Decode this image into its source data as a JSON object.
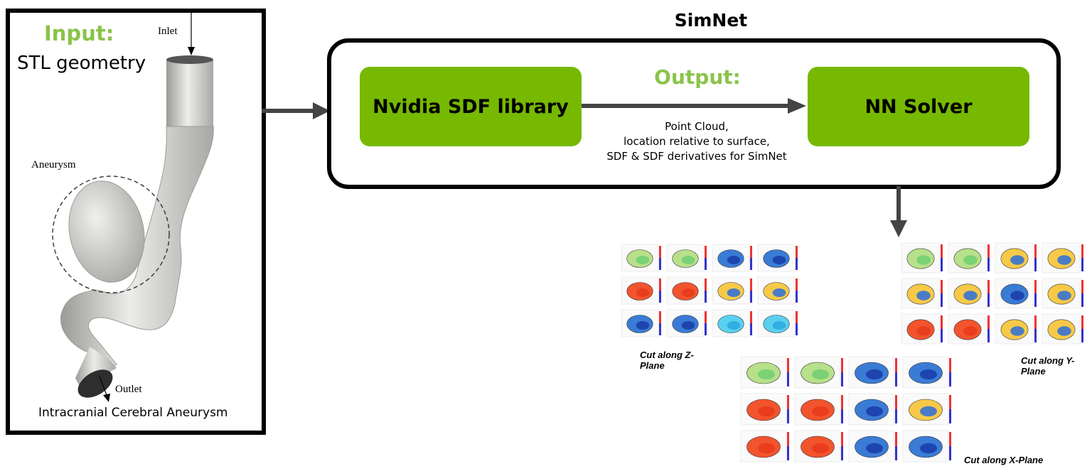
{
  "left": {
    "input_title": "Input:",
    "input_subtitle": "STL geometry",
    "inlet_label": "Inlet",
    "aneurysm_label": "Aneurysm",
    "outlet_label": "Outlet",
    "caption": "Intracranial Cerebral Aneurysm"
  },
  "simnet": {
    "title": "SimNet",
    "sdf_box": "Nvidia SDF library",
    "output_title": "Output:",
    "description": [
      "Point Cloud,",
      "location relative to surface,",
      "SDF & SDF derivatives for SimNet"
    ],
    "nn_box": "NN Solver"
  },
  "results": {
    "cut_z": "Cut along Z-Plane",
    "cut_y": "Cut along Y-Plane",
    "cut_x": "Cut along X-Plane"
  },
  "colors": {
    "nvidia_green": "#76b900",
    "title_green": "#8bc34a",
    "arrow_gray": "#444444"
  }
}
